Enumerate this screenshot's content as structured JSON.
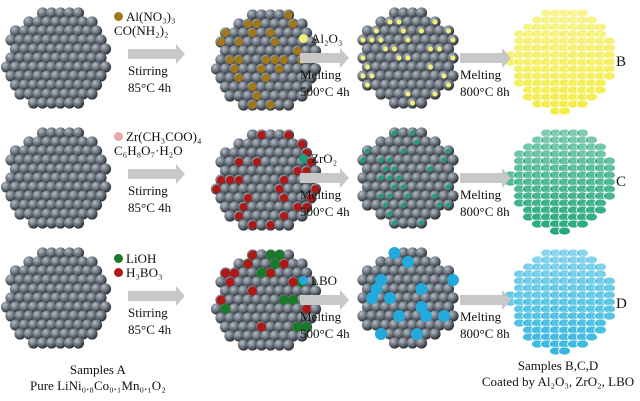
{
  "rows": [
    {
      "reagents": [
        "Al(NO₃)₃",
        "CO(NH₂)₂"
      ],
      "reagent_color": "#a07818",
      "step1": [
        "Stirring",
        "85°C 4h"
      ],
      "oxide": "Al₂O₃",
      "oxide_color": "#f2f07a",
      "step2": [
        "Melting",
        "500°C 4h"
      ],
      "step3": [
        "Melting",
        "800°C 8h"
      ],
      "letter": "B",
      "coat_color": "#f3ee45"
    },
    {
      "reagents": [
        "Zr(CH₃COO)₄",
        "C₆H₈O₇·H₂O"
      ],
      "reagent_color": "#e8a8a8",
      "dot_color": "#b01818",
      "step1": [
        "Stirring",
        "85°C 4h"
      ],
      "oxide": "ZrO₂",
      "oxide_color": "#1aa07a",
      "step2": [
        "Melting",
        "500°C 4h"
      ],
      "step3": [
        "Melting",
        "800°C 8h"
      ],
      "letter": "C",
      "coat_color": "#25a87c"
    },
    {
      "reagents": [
        "LiOH",
        "H₃BO₃"
      ],
      "reagent_colors": [
        "#1a7a2a",
        "#b01818"
      ],
      "step1": [
        "Stirring",
        "85°C 4h"
      ],
      "oxide": "LBO",
      "oxide_color": "#22aadd",
      "step2": [
        "Melting",
        "500°C 4h"
      ],
      "step3": [
        "Melting",
        "800°C 8h"
      ],
      "letter": "D",
      "coat_color": "#36b8e0"
    }
  ],
  "caption_left": [
    "Samples A",
    "Pure LiNi₀.₈Co₀.₁Mn₀.₁O₂"
  ],
  "caption_right": [
    "Samples B,C,D",
    "Coated by Al₂O₃, ZrO₂, LBO"
  ]
}
